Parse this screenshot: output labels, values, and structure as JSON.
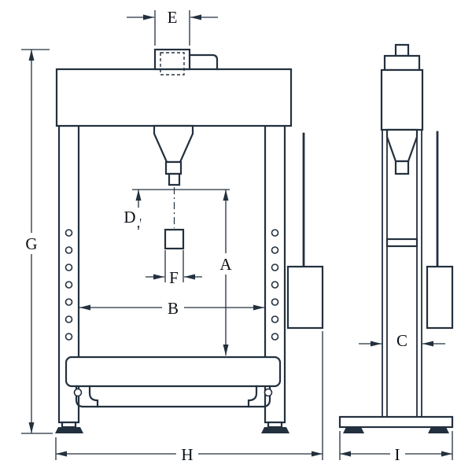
{
  "colors": {
    "line": "#23303e",
    "text": "#0b1016",
    "bg": "#ffffff"
  },
  "labels": {
    "A": "A",
    "B": "B",
    "C": "C",
    "D": "D",
    "E": "E",
    "F": "F",
    "G": "G",
    "H": "H",
    "I": "I"
  }
}
